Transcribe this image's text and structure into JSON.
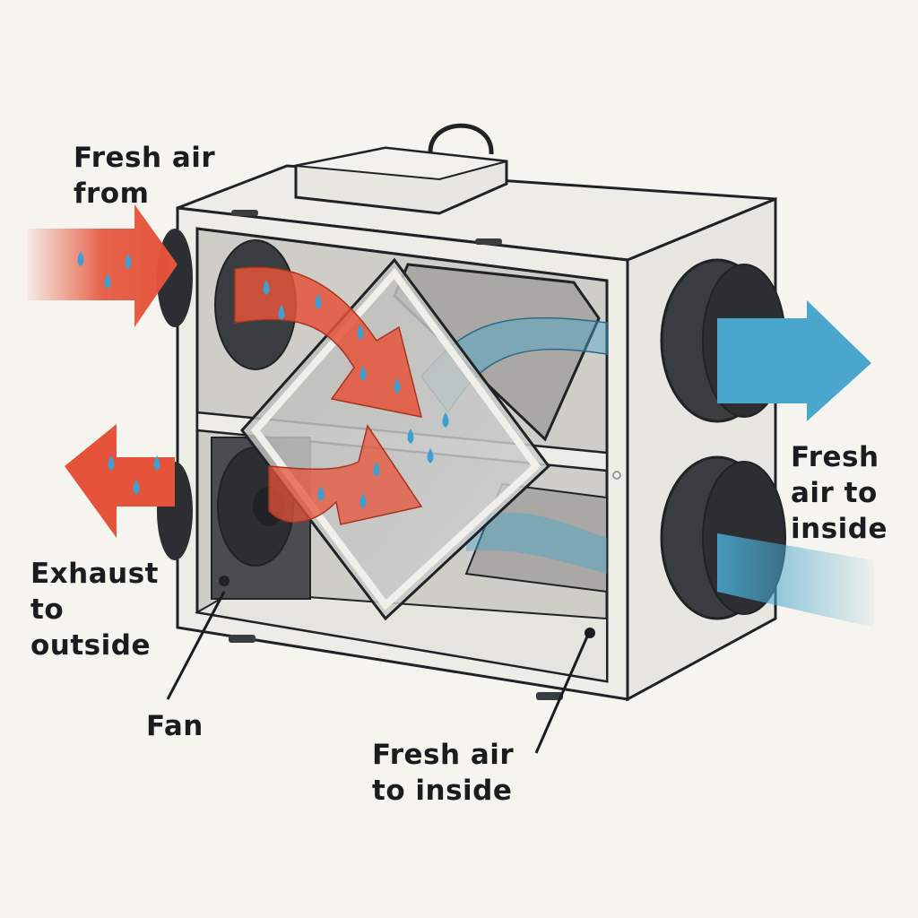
{
  "title": "Heat recovery ventilator (HRV) airflow diagram",
  "labels": {
    "fresh_air_from": [
      "Fresh air",
      "from"
    ],
    "exhaust_to_outside": [
      "Exhaust",
      "to",
      "outside"
    ],
    "fan": [
      "Fan"
    ],
    "fresh_air_to_inside_bottom": [
      "Fresh air",
      "to inside"
    ],
    "fresh_air_to_inside_right": [
      "Fresh",
      "air to",
      "inside"
    ]
  },
  "colors": {
    "warm_air": "#e5533a",
    "cool_air": "#4aa6cc",
    "water_drop": "#3e9fd3",
    "outline": "#1f2326",
    "housing": "#eeece7",
    "interior": "#cfcdc8",
    "duct_collar": "#3a3d40",
    "background": "#f6f4ef"
  },
  "components": [
    "control-box",
    "heat-exchanger-core",
    "fan",
    "supply-duct-top",
    "supply-duct-bottom",
    "exhaust-duct",
    "intake-duct",
    "filter"
  ]
}
